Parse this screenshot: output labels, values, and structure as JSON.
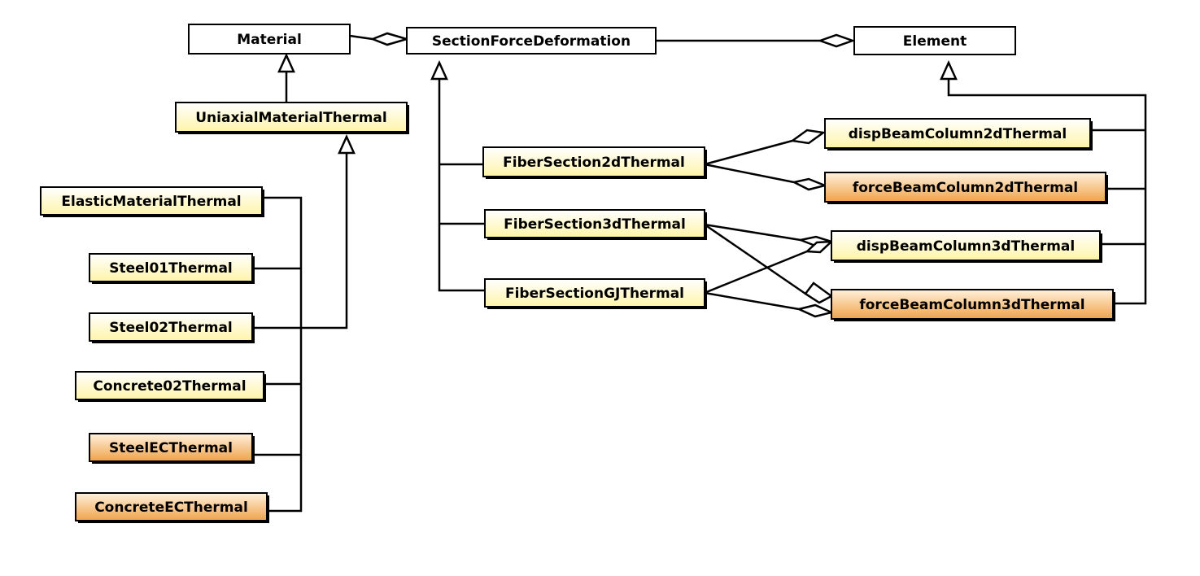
{
  "diagram": {
    "nodes": {
      "material": {
        "label": "Material",
        "style": "white"
      },
      "section": {
        "label": "SectionForceDeformation",
        "style": "white"
      },
      "element": {
        "label": "Element",
        "style": "white"
      },
      "uniaxial": {
        "label": "UniaxialMaterialThermal",
        "style": "yellow"
      },
      "elastic": {
        "label": "ElasticMaterialThermal",
        "style": "yellow"
      },
      "steel01": {
        "label": "Steel01Thermal",
        "style": "yellow"
      },
      "steel02": {
        "label": "Steel02Thermal",
        "style": "yellow"
      },
      "concrete02": {
        "label": "Concrete02Thermal",
        "style": "yellow"
      },
      "steelec": {
        "label": "SteelECThermal",
        "style": "orange"
      },
      "concreteec": {
        "label": "ConcreteECThermal",
        "style": "orange"
      },
      "fiber2d": {
        "label": "FiberSection2dThermal",
        "style": "yellow"
      },
      "fiber3d": {
        "label": "FiberSection3dThermal",
        "style": "yellow"
      },
      "fibergj": {
        "label": "FiberSectionGJThermal",
        "style": "yellow"
      },
      "disp2d": {
        "label": "dispBeamColumn2dThermal",
        "style": "yellow"
      },
      "force2d": {
        "label": "forceBeamColumn2dThermal",
        "style": "orange"
      },
      "disp3d": {
        "label": "dispBeamColumn3dThermal",
        "style": "yellow"
      },
      "force3d": {
        "label": "forceBeamColumn3dThermal",
        "style": "orange"
      }
    },
    "colors": {
      "yellow_top": "#ffffff",
      "yellow_bottom": "#fff4a8",
      "orange_top": "#fff1dc",
      "orange_bottom": "#f0a24a",
      "line": "#000000"
    }
  }
}
